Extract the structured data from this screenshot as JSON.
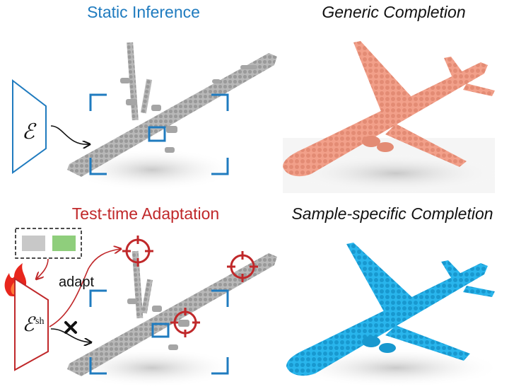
{
  "titles": {
    "static_inference": "Static Inference",
    "generic_completion": "Generic Completion",
    "test_time_adaptation": "Test-time Adaptation",
    "sample_specific_completion": "Sample-specific Completion"
  },
  "encoder": {
    "static_symbol": "ℰ",
    "adapt_symbol": "ℰ",
    "adapt_superscript": "sh"
  },
  "labels": {
    "adapt": "adapt"
  },
  "colors": {
    "blue_accent": "#1f7bbf",
    "red_accent": "#c0282a",
    "generic_cloud": "#f2a08a",
    "specific_cloud": "#22aee6",
    "partial_cloud": "#a9a9a9",
    "memory_slot_gray": "#c8c8c8",
    "memory_slot_green": "#8fce7c"
  },
  "icons": {
    "fire": "fire-icon",
    "target": "crosshair-target-icon",
    "block": "cross-mark-icon"
  }
}
